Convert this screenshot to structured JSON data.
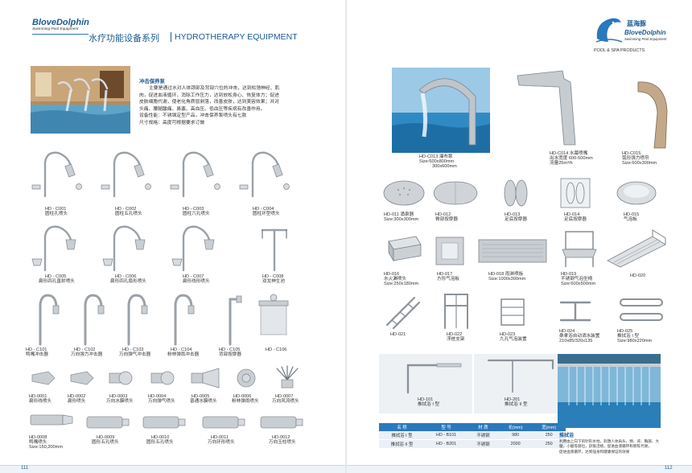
{
  "left_page": {
    "brand_name": "BloveDolphin",
    "brand_sub": "Swimming Pool Equipment",
    "title_cn": "水疗功能设备系列",
    "title_en": "HYDROTHERAPY EQUIPMENT",
    "page_number": "111",
    "intro": {
      "heading": "冲击保养泵",
      "lines": [
        "主要是通过水对人体颈部及背部穴位的冲击，达到松弛神经、肌",
        "肉，促进血液循环，消除工作压力，达到放松身心、恢复体力；促进",
        "皮肤细胞代谢，使老化角质层剥落，改善皮肤，达到美容效果；并对",
        "头痛、腰腿酸痛、鼻塞、高血压、低血压等疾病有改善作用。",
        "设备性能：不锈钢定型产品，冲击保养泵喷头有七款",
        "尺寸规格：高度可根据要求订做"
      ]
    },
    "row1": [
      {
        "code": "HD - C001",
        "name": "圆柱孔喷头"
      },
      {
        "code": "HD - C002",
        "name": "圆柱五孔喷头"
      },
      {
        "code": "HD - C003",
        "name": "圆柱六孔喷头"
      },
      {
        "code": "HD - C004",
        "name": "圆柱环型喷头"
      }
    ],
    "row2": [
      {
        "code": "HD - C005",
        "name": "扁形四孔直射喷头"
      },
      {
        "code": "HD - C006",
        "name": "扁形四孔扇形喷头"
      },
      {
        "code": "HD - C007",
        "name": "扁形线形喷头"
      },
      {
        "code": "HD - C008",
        "name": "双龙神生池"
      }
    ],
    "row3": [
      {
        "code": "HD - C101",
        "name": "鸭嘴冲击器"
      },
      {
        "code": "HD - C102",
        "name": "万向强力冲击器"
      },
      {
        "code": "HD - C103",
        "name": "万向弹气冲击器"
      },
      {
        "code": "HD - C104",
        "name": "粉林弹雨冲击器"
      },
      {
        "code": "HD - C105",
        "name": "背部按摩器"
      },
      {
        "code": "HD - C106",
        "name": ""
      }
    ],
    "row4": [
      {
        "code": "HD-0001",
        "name": "扁形线喷头"
      },
      {
        "code": "HD-0002",
        "name": "扁形喷头"
      },
      {
        "code": "HD-0003",
        "name": "万向水膜喷头"
      },
      {
        "code": "HD-0004",
        "name": "万向弹气喷头"
      },
      {
        "code": "HD-0005",
        "name": "普通水膜喷头"
      },
      {
        "code": "HD-0006",
        "name": "粉林弹雨喷头"
      },
      {
        "code": "HD-0007",
        "name": "万向风流喷头"
      }
    ],
    "row5": [
      {
        "code": "HD-0008",
        "name": "鸭嘴喷头",
        "extra": "Size:150,200mm"
      },
      {
        "code": "HD-0009",
        "name": "圆形五孔喷头"
      },
      {
        "code": "HD-0010",
        "name": "圆形五孔喷头"
      },
      {
        "code": "HD-0011",
        "name": "万向环形喷头"
      },
      {
        "code": "HD-0012",
        "name": "万向玉柱喷头"
      }
    ]
  },
  "right_page": {
    "brand_cn": "蓝海豚",
    "brand_name": "BloveDolphin",
    "brand_sub": "Swimming Pool Equipment",
    "tagline": "POOL & SPA PRODUCTS",
    "page_number": "112",
    "top": [
      {
        "code": "HD-C013 瀑布泵",
        "size": "Size:600x800mm",
        "size2": "300x600mm"
      },
      {
        "code": "HD-C014 水幕喷嘴",
        "size": "出水宽度 600-500mm",
        "size2": "流量25m³/h"
      },
      {
        "code": "HD-C015",
        "size": "弧形强力喷帘",
        "size2": "Size:600x300mm"
      }
    ],
    "row2": [
      {
        "code": "HD-011 涌泉器",
        "size": "Size:300x300mm"
      },
      {
        "code": "HD-012",
        "size": "臀部按摩器"
      },
      {
        "code": "HD-013",
        "size": "足底按摩器"
      },
      {
        "code": "HD-014",
        "size": "足底按摩器"
      },
      {
        "code": "HD-015",
        "size": "气泡板"
      }
    ],
    "row3": [
      {
        "code": "HD-016",
        "size": "水火漏喷头",
        "size2": "Size:250x180mm"
      },
      {
        "code": "HD-017",
        "size": "方形气泡板"
      },
      {
        "code": "HD-018 雨淋喷板",
        "size": "Size:1000x300mm"
      },
      {
        "code": "HD-019",
        "size": "不锈钢气泡坐椅",
        "size2": "Size:600x500mm"
      },
      {
        "code": "HD-020",
        "size": ""
      }
    ],
    "row4": [
      {
        "code": "HD-021",
        "size": ""
      },
      {
        "code": "HD-022",
        "size": "浮桩支架"
      },
      {
        "code": "HD-023",
        "size": "九孔气泡装置"
      },
      {
        "code": "HD-024",
        "size": "桑拿浴自动洒水装置",
        "size2": "210x85/320x135"
      },
      {
        "code": "HD-025",
        "size": "推拭浴 I 型",
        "size2": "Size:980x220mm"
      }
    ],
    "shower": [
      {
        "code": "HD-101",
        "name": "推拭浴 I 型"
      },
      {
        "code": "HD-201",
        "name": "推拭浴 II 型"
      }
    ],
    "table": {
      "headers": [
        "名 称",
        "型 号",
        "材 质",
        "长(mm)",
        "宽(mm)"
      ],
      "rows": [
        [
          "推拭浴 I 型",
          "HD - B101",
          "不锈钢",
          "980",
          "250"
        ],
        [
          "推拭浴 II 型",
          "HD - B201",
          "不锈钢",
          "2000",
          "250"
        ]
      ]
    },
    "pool_caption": {
      "heading": "推拭浴",
      "lines": [
        "利用由上向下的针形水柱，刺激人体肩头、颈、背、胸部、大",
        "腿、小腿等部位，舒筋活络，促进血液循环和新陈代谢，",
        "促进血液循环，达到强身和健康保证的效果"
      ]
    },
    "colors": {
      "accent": "#2a78bd",
      "brand": "#1c5a93"
    }
  }
}
